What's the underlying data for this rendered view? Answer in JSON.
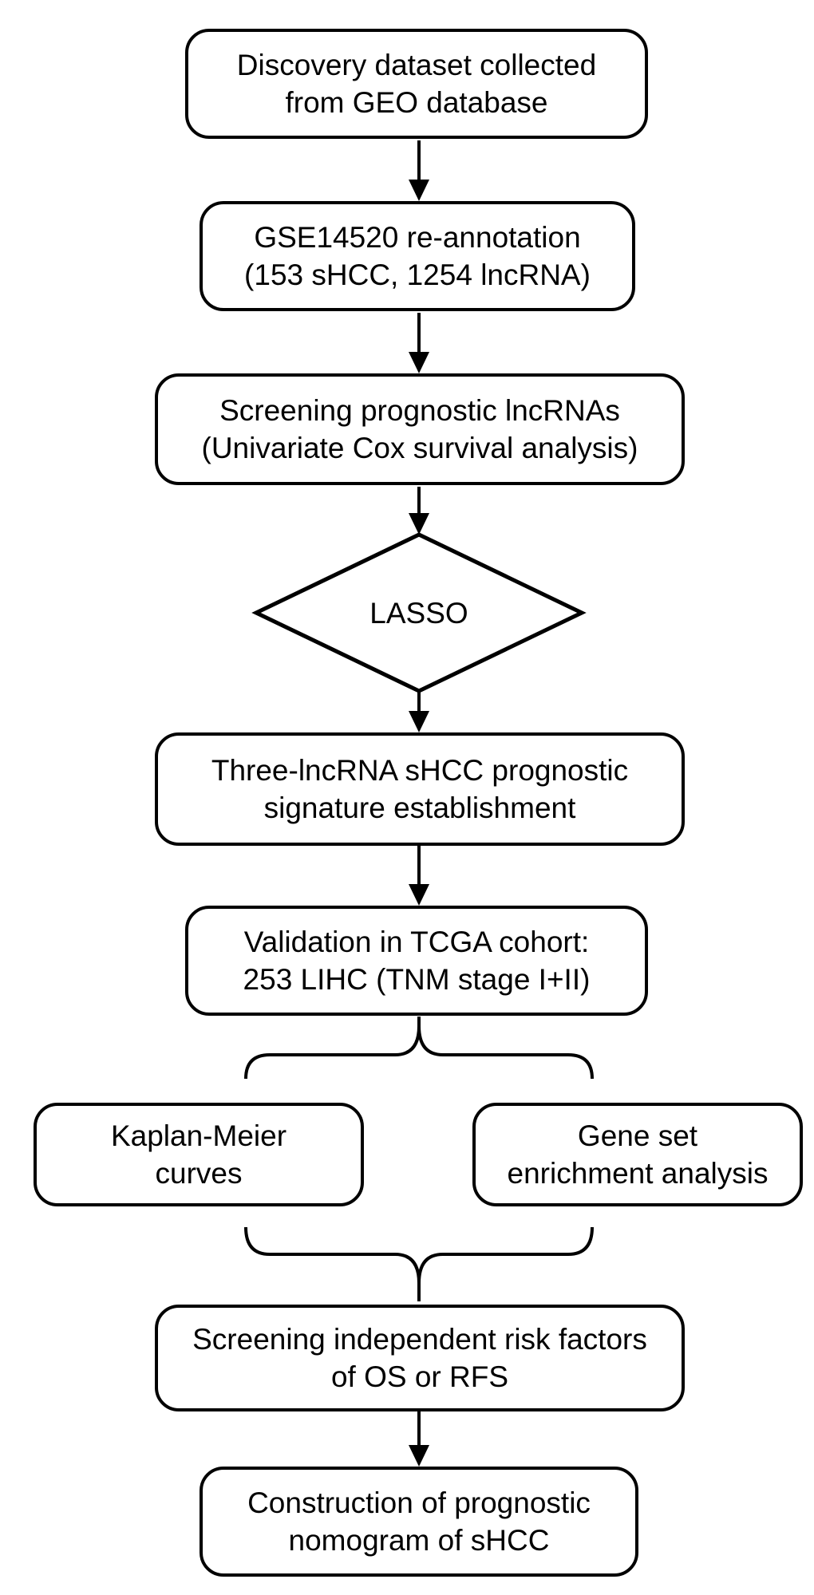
{
  "figure": {
    "title": "sHCC lncRNA prognostic signature study flowchart",
    "background_color": "#ffffff",
    "stroke_color": "#000000",
    "text_color": "#000000"
  },
  "nodes": [
    {
      "id": "discovery",
      "shape": "rounded-rect",
      "lines": [
        "Discovery dataset collected",
        "from GEO database"
      ]
    },
    {
      "id": "reannotation",
      "shape": "rounded-rect",
      "lines": [
        "GSE14520 re-annotation",
        "(153 sHCC, 1254 lncRNA)"
      ]
    },
    {
      "id": "screening-lncrnas",
      "shape": "rounded-rect",
      "lines": [
        "Screening prognostic lncRNAs",
        "(Univariate Cox survival analysis)"
      ]
    },
    {
      "id": "lasso",
      "shape": "diamond",
      "lines": [
        "LASSO"
      ]
    },
    {
      "id": "signature",
      "shape": "rounded-rect",
      "lines": [
        "Three-lncRNA sHCC prognostic",
        "signature establishment"
      ]
    },
    {
      "id": "validation",
      "shape": "rounded-rect",
      "lines": [
        "Validation in TCGA cohort:",
        "253 LIHC (TNM stage I+II)"
      ]
    },
    {
      "id": "km-curves",
      "shape": "rounded-rect",
      "lines": [
        "Kaplan-Meier",
        "curves"
      ]
    },
    {
      "id": "gsea",
      "shape": "rounded-rect",
      "lines": [
        "Gene set",
        "enrichment analysis"
      ]
    },
    {
      "id": "risk-factors",
      "shape": "rounded-rect",
      "lines": [
        "Screening independent risk factors",
        "of OS or RFS"
      ]
    },
    {
      "id": "nomogram",
      "shape": "rounded-rect",
      "lines": [
        "Construction of prognostic",
        "nomogram of sHCC"
      ]
    }
  ],
  "edges": [
    {
      "from": "discovery",
      "to": "reannotation",
      "type": "arrow"
    },
    {
      "from": "reannotation",
      "to": "screening-lncrnas",
      "type": "arrow"
    },
    {
      "from": "screening-lncrnas",
      "to": "lasso",
      "type": "arrow"
    },
    {
      "from": "lasso",
      "to": "signature",
      "type": "arrow"
    },
    {
      "from": "signature",
      "to": "validation",
      "type": "arrow"
    },
    {
      "from": "validation",
      "to": "km-curves + gsea",
      "type": "split-brace"
    },
    {
      "from": "km-curves + gsea",
      "to": "risk-factors",
      "type": "merge-brace"
    },
    {
      "from": "risk-factors",
      "to": "nomogram",
      "type": "arrow"
    }
  ]
}
